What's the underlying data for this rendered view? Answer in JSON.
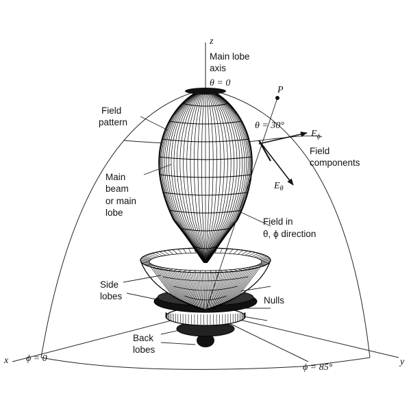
{
  "axes": {
    "z": "z",
    "x": "x",
    "y": "y",
    "theta_zero": "θ = 0",
    "phi_zero": "ϕ = 0",
    "phi_85": "ϕ = 85°",
    "theta_30": "θ = 30°",
    "point": "P"
  },
  "labels": {
    "main_lobe_axis_1": "Main lobe",
    "main_lobe_axis_2": "axis",
    "field_pattern_1": "Field",
    "field_pattern_2": "pattern",
    "main_beam_1": "Main",
    "main_beam_2": "beam",
    "main_beam_3": "or main",
    "main_beam_4": "lobe",
    "field_components_1": "Field",
    "field_components_2": "components",
    "field_in_1": "Field in",
    "field_in_2": "θ, ϕ direction",
    "side_lobes_1": "Side",
    "side_lobes_2": "lobes",
    "nulls": "Nulls",
    "back_lobes_1": "Back",
    "back_lobes_2": "lobes",
    "e_phi": "E",
    "e_phi_sub": "ϕ",
    "e_theta": "E",
    "e_theta_sub": "θ"
  }
}
